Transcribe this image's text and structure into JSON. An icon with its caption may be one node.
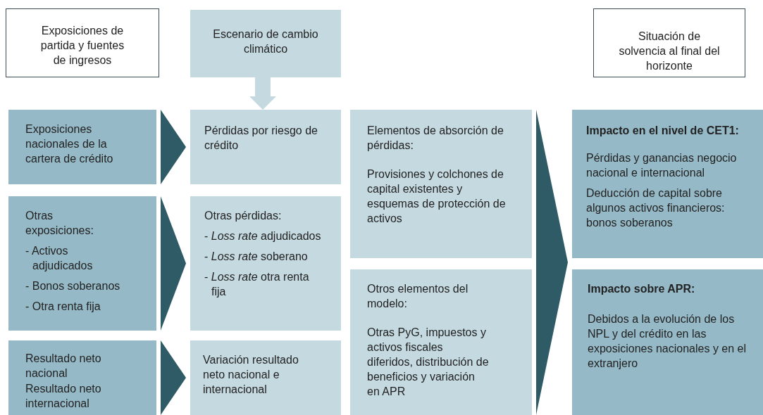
{
  "diagram": {
    "nodes": [
      {
        "text": [
          "Exposiciones de partida y fuentes de ingresos"
        ]
      },
      {
        "text": [
          "Escenario de cambio climático"
        ]
      },
      {
        "text": [
          "Situación de solvencia al final del horizonte"
        ]
      },
      {
        "text": [
          "Exposiciones nacionales de la cartera de crédito"
        ]
      },
      {
        "text": [
          "Otras exposiciones:",
          "- Activos adjudicados",
          "- Bonos soberanos",
          "- Otra renta fija"
        ]
      },
      {
        "text": [
          "Resultado neto nacional",
          "Resultado neto internacional"
        ]
      },
      {
        "text": [
          "Pérdidas por riesgo de crédito"
        ]
      },
      {
        "text": [
          "Otras pérdidas:",
          "- *Loss rate* adjudicados",
          "- *Loss rate* soberano",
          "- *Loss rate* otra renta fija"
        ]
      },
      {
        "text": [
          "Variación resultado neto nacional e internacional"
        ]
      },
      {
        "text": [
          "Elementos de absorción de pérdidas:",
          "Provisiones y colchones de capital existentes y esquemas de protección de activos"
        ]
      },
      {
        "text": [
          "Otros elementos del modelo:",
          "Otras PyG, impuestos y activos fiscales diferidos, distribución de beneficios y variación en APR"
        ]
      },
      {
        "text": [
          "Impacto en el nivel de CET1:",
          "Pérdidas y ganancias negocio nacional e internacional",
          "Deducción de capital sobre algunos activos financieros: bonos soberanos"
        ]
      },
      {
        "text": [
          "Impacto sobre APR:",
          "Debidos a la evolución de los NPL y del crédito en las exposiciones nacionales y en el extranjero"
        ]
      }
    ],
    "edges": [
      {
        "from": 1,
        "to": 6,
        "arrow": "to"
      },
      {
        "from": 3,
        "to": 6,
        "arrow": "to"
      },
      {
        "from": 4,
        "to": 7,
        "arrow": "to"
      },
      {
        "from": 5,
        "to": 8,
        "arrow": "to"
      },
      {
        "from": 9,
        "to": 11,
        "arrow": "to"
      },
      {
        "from": 10,
        "to": 12,
        "arrow": "to"
      }
    ]
  }
}
